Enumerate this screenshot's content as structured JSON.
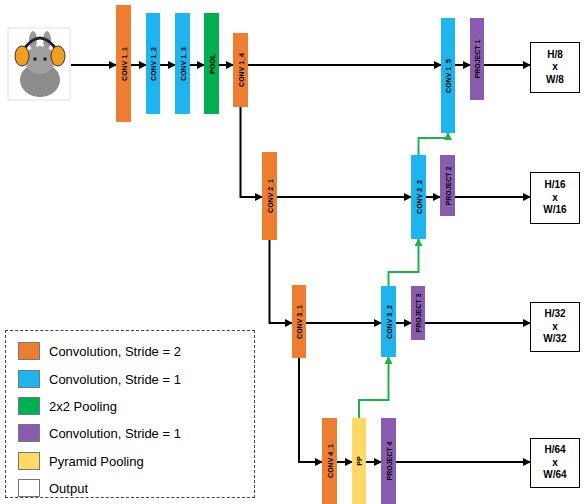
{
  "diagram": {
    "nodes": [
      {
        "text": [
          "CONV 1_1"
        ]
      },
      {
        "text": [
          "CONV 1_2"
        ]
      },
      {
        "text": [
          "CONV 1_3"
        ]
      },
      {
        "text": [
          "POOL"
        ]
      },
      {
        "text": [
          "CONV 1_4"
        ]
      },
      {
        "text": [
          "CONV 1_5"
        ]
      },
      {
        "text": [
          "PROJECT 1"
        ]
      },
      {
        "text": [
          "H/8 x W/8"
        ]
      },
      {
        "text": [
          "CONV 2_1"
        ]
      },
      {
        "text": [
          "CONV 2_2"
        ]
      },
      {
        "text": [
          "PROJECT 2"
        ]
      },
      {
        "text": [
          "H/16 x W/16"
        ]
      },
      {
        "text": [
          "CONV 3_1"
        ]
      },
      {
        "text": [
          "CONV 3_2"
        ]
      },
      {
        "text": [
          "PROJECT 3"
        ]
      },
      {
        "text": [
          "H/32 x W/32"
        ]
      },
      {
        "text": [
          "CONV 4_1"
        ]
      },
      {
        "text": [
          "PP"
        ]
      },
      {
        "text": [
          "PROJECT 4"
        ]
      },
      {
        "text": [
          "H/64 x W/64"
        ]
      }
    ],
    "edges": [
      {
        "from": 0,
        "to": 1,
        "arrow": "to"
      },
      {
        "from": 1,
        "to": 2,
        "arrow": "to"
      },
      {
        "from": 2,
        "to": 3,
        "arrow": "to"
      },
      {
        "from": 3,
        "to": 4,
        "arrow": "to"
      },
      {
        "from": 4,
        "to": 5,
        "arrow": "to"
      },
      {
        "from": 5,
        "to": 6,
        "arrow": "to"
      },
      {
        "from": 6,
        "to": 7,
        "arrow": "to"
      },
      {
        "from": 4,
        "to": 8,
        "arrow": "to"
      },
      {
        "from": 8,
        "to": 9,
        "arrow": "to"
      },
      {
        "from": 9,
        "to": 10,
        "arrow": "to"
      },
      {
        "from": 10,
        "to": 11,
        "arrow": "to"
      },
      {
        "from": 8,
        "to": 12,
        "arrow": "to"
      },
      {
        "from": 12,
        "to": 13,
        "arrow": "to"
      },
      {
        "from": 13,
        "to": 14,
        "arrow": "to"
      },
      {
        "from": 14,
        "to": 15,
        "arrow": "to"
      },
      {
        "from": 12,
        "to": 16,
        "arrow": "to"
      },
      {
        "from": 16,
        "to": 17,
        "arrow": "to"
      },
      {
        "from": 17,
        "to": 18,
        "arrow": "to"
      },
      {
        "from": 18,
        "to": 19,
        "arrow": "to"
      },
      {
        "from": 17,
        "to": 13,
        "arrow": "to"
      },
      {
        "from": 13,
        "to": 9,
        "arrow": "to"
      },
      {
        "from": 9,
        "to": 5,
        "arrow": "to"
      }
    ],
    "legend": [
      {
        "text": "Convolution, Stride = 2",
        "color": "#ED7D31"
      },
      {
        "text": "Convolution, Stride = 1",
        "color": "#1EB4EE"
      },
      {
        "text": "2x2 Pooling",
        "color": "#00B050"
      },
      {
        "text": "Convolution, Stride = 1",
        "color": "#8A5CB0"
      },
      {
        "text": "Pyramid Pooling",
        "color": "#FFD966"
      },
      {
        "text": "Output",
        "color": "#FFFFFF"
      }
    ]
  }
}
